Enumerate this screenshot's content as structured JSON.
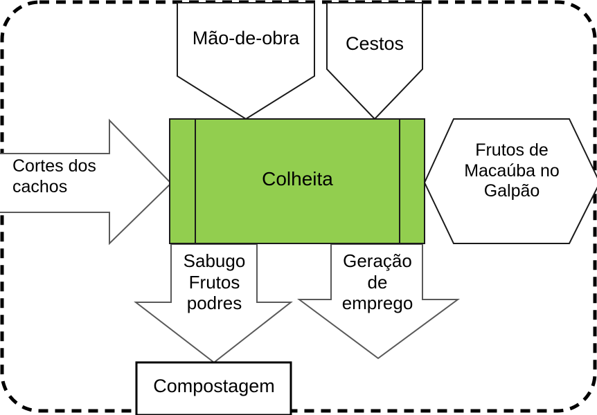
{
  "diagram": {
    "title": "Diagrama de processo - Colheita",
    "type": "ipo-process-flow",
    "language": "pt-BR",
    "colors": {
      "process_fill": "#92ce4f",
      "shape_stroke": "#1a1a1a",
      "shape_fill": "#ffffff",
      "boundary_stroke": "#000000",
      "text": "#000000"
    },
    "boundary": {
      "name": "system-boundary",
      "style": "dashed-rounded-rectangle"
    },
    "process": {
      "label": "Colheita",
      "shape": "process-box-with-side-bars"
    },
    "inputs_top": [
      {
        "label": "Mão-de-obra",
        "shape": "down-arrow-pentagon"
      },
      {
        "label": "Cestos",
        "shape": "down-arrow-pentagon"
      }
    ],
    "input_left": {
      "label": "Cortes dos\ncachos",
      "shape": "right-arrow"
    },
    "output_right": {
      "label": "Frutos de\nMacaúba no\nGalpão",
      "shape": "hexagon"
    },
    "outputs_bottom": [
      {
        "label": "Sabugo\nFrutos\npodres",
        "shape": "down-arrow"
      },
      {
        "label": "Geração\nde\nemprego",
        "shape": "down-arrow"
      }
    ],
    "terminal": {
      "label": "Compostagem",
      "shape": "rectangle"
    }
  }
}
